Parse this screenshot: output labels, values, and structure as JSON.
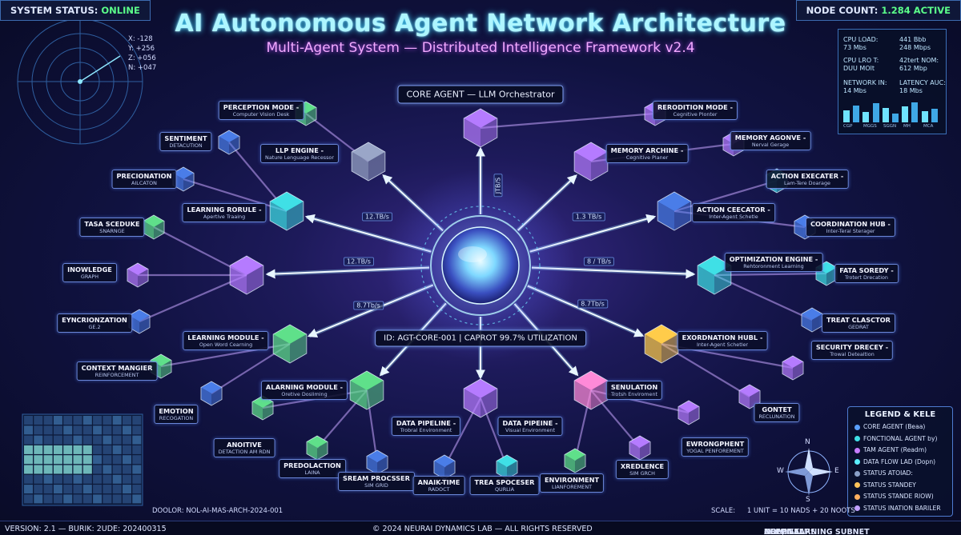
{
  "header": {
    "title": "AI Autonomous Agent Network Architecture",
    "subtitle": "Multi-Agent System — Distributed Intelligence Framework v2.4",
    "status_label": "SYSTEM STATUS:",
    "status_value": "ONLINE",
    "node_label": "NODE COUNT:",
    "node_value": "1.284 ACTIVE"
  },
  "radar": {
    "readouts": [
      "X: -128",
      "Y: +256",
      "Z: +056",
      "N: +047"
    ]
  },
  "stats": {
    "cells": [
      "CPU LOAD:",
      "441 Bbb",
      "73 Mbs",
      "248 Mbps",
      "CPU LRO T:",
      "42tert NOM:",
      "DUU MOlt",
      "612 Mbp",
      "NETWORK IN:",
      "LATENCY AUC:",
      "14 Mbs",
      "18 Mbs"
    ],
    "bar_labels": [
      "CGP",
      "MGGS",
      "SGGN",
      "MH",
      "MCA"
    ],
    "bar_levels": [
      0.55,
      0.75,
      0.45,
      0.85,
      0.65,
      0.4,
      0.7,
      0.9,
      0.5,
      0.6
    ]
  },
  "core": {
    "label": "CORE AGENT — LLM Orchestrator",
    "id_label": "ID: AGT-CORE-001 | CAPROT 99.7% UTILIZATION"
  },
  "rates": [
    "12.TB/s",
    "1.3 TB/s",
    "12.TB/s",
    "8 / TB/s",
    "8.7Tb/s",
    "8.7Tb/s",
    "JTB/S"
  ],
  "nodes": [
    {
      "l1": "PERCEPTION MODE -",
      "l2": "Computer Vision Desk"
    },
    {
      "l1": "SENTIMENT",
      "l2": "DETACUTION"
    },
    {
      "l1": "LLP ENGINE -",
      "l2": "Nature Lenguage Recessor"
    },
    {
      "l1": "PRECIONATION",
      "l2": "AILCATON"
    },
    {
      "l1": "LEARNING RORULE -",
      "l2": "Apertive Traaing"
    },
    {
      "l1": "TASA SCEDUKE",
      "l2": "SNARNGE"
    },
    {
      "l1": "INOWLEDGE",
      "l2": "GRAPH"
    },
    {
      "l1": "EYNCRIONZATION",
      "l2": "GE.2"
    },
    {
      "l1": "LEARNING MODULE -",
      "l2": "Open Word Cearning"
    },
    {
      "l1": "CONTEXT MANGIER",
      "l2": "REINFORCEMENT"
    },
    {
      "l1": "EMOTION",
      "l2": "RECOGATION"
    },
    {
      "l1": "ALARNING MODULE -",
      "l2": "Oretive Dosliming"
    },
    {
      "l1": "ANOITIVE",
      "l2": "DETACTION AM RDN"
    },
    {
      "l1": "PREDOLACTION",
      "l2": "LAINA"
    },
    {
      "l1": "SREAM PROCSSER",
      "l2": "SIM GRID"
    },
    {
      "l1": "DATA PIPELINE -",
      "l2": "Trobral Environment"
    },
    {
      "l1": "ANAIK-TIME",
      "l2": "RADOCT"
    },
    {
      "l1": "DATA PIPEINE -",
      "l2": "Visual Environment"
    },
    {
      "l1": "TREA SPOCESER",
      "l2": "QURLIA"
    },
    {
      "l1": "SENULATION",
      "l2": "Trotsh Enviroment"
    },
    {
      "l1": "ENVIRONMENT",
      "l2": "LIANFOREMENT"
    },
    {
      "l1": "XREDLENCE",
      "l2": "SIM GRCH"
    },
    {
      "l1": "EWRONGPHENT",
      "l2": "YOGAL PENFOREMENT"
    },
    {
      "l1": "GONTET",
      "l2": "RECLUNATION"
    },
    {
      "l1": "SECURITY DRECEY -",
      "l2": "Trowal Detealtion"
    },
    {
      "l1": "EXORDNATION HUBL -",
      "l2": "Inter-Agent Schetler"
    },
    {
      "l1": "TREAT CLASCTOR",
      "l2": "GEDRAT"
    },
    {
      "l1": "FATA SOREDY -",
      "l2": "Trotert Drecation"
    },
    {
      "l1": "OPTIMIZATION ENGINE -",
      "l2": "Rehtoronment Learning"
    },
    {
      "l1": "COORDINATION HUB -",
      "l2": "Inter-Teral Sterager"
    },
    {
      "l1": "ACTION CEECATOR -",
      "l2": "Inter-Agent Schetle"
    },
    {
      "l1": "ACTION EXECATER -",
      "l2": "Lam-Tere Doarage"
    },
    {
      "l1": "MEMORY AGONVE -",
      "l2": "Nerval Gerage"
    },
    {
      "l1": "MEMORY ARCHINE -",
      "l2": "Cegnitive Planer"
    },
    {
      "l1": "RERODITION MODE -",
      "l2": "Cegnitive Plonter"
    }
  ],
  "legend": {
    "title": "LEGEND & KELE",
    "items": [
      {
        "label": "CORE AGENT (Beaa)",
        "color": "#5aa0ff"
      },
      {
        "label": "FONCTIONAL AGENT by)",
        "color": "#3fe0e6"
      },
      {
        "label": "TAM AGENT (Readm)",
        "color": "#c77dff"
      },
      {
        "label": "DATA FLOW LAD (Dopn)",
        "color": "#5cf0ff"
      },
      {
        "label": "STATUS ATOIAD:",
        "color": "#8aa0c8"
      },
      {
        "label": "STATUS STANDEY",
        "color": "#ffc45a"
      },
      {
        "label": "STATUS STANDE RIOW)",
        "color": "#ffb060"
      },
      {
        "label": "STATUS INATION BARILER",
        "color": "#c0a0ff"
      }
    ]
  },
  "compass": {
    "n": "N",
    "w": "W",
    "e": "E",
    "s": "S"
  },
  "doc_id": "DOOLOR: NOL-AI-MAS-ARCH-2024-001",
  "scale": {
    "label": "SCALE:",
    "value": "1 UNIT = 10 NADS + 20 NOOTS"
  },
  "footer": {
    "version": "VERSION: 2.1 — BURIK: 2UDE: 202400315",
    "copyright": "© 2024 NEURAI DYNAMICS LAB — ALL RIGHTS RESERVED",
    "status_prefix": "ALL SYSTEMS",
    "status_nominal": "NOMINAL",
    "status_mid": "except",
    "status_warn": "DEEP LEARNING SUBNET"
  },
  "colors": {
    "core": "#7fd8ff",
    "cyan": "#3fe0e6",
    "purple": "#b57bff",
    "green": "#5fe08a",
    "blue": "#4a7de8",
    "gold": "#ffcc4a",
    "pink": "#ff8ad8"
  }
}
